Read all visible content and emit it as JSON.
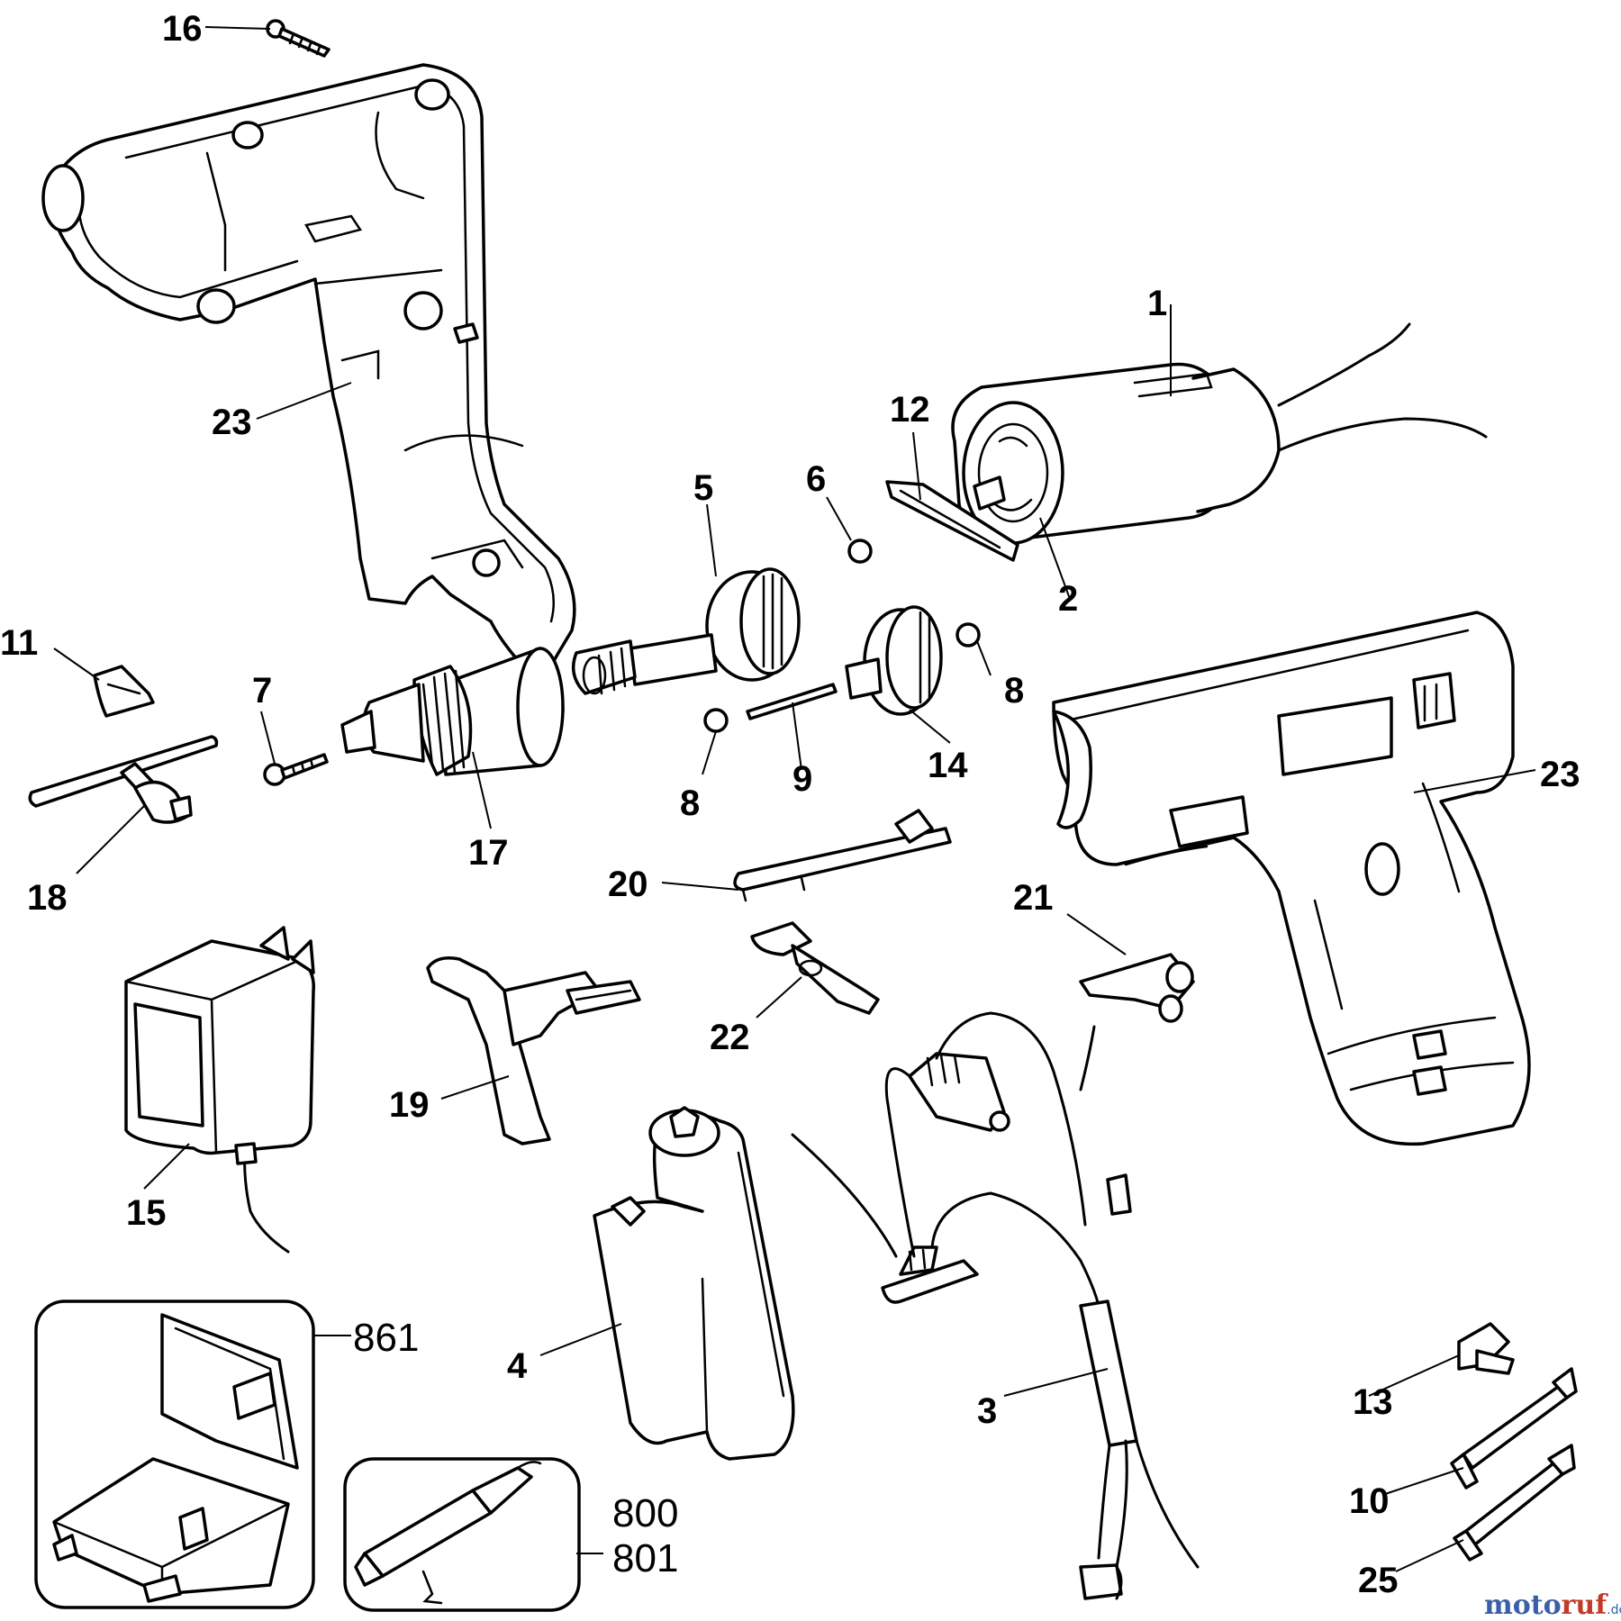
{
  "labels": {
    "p1": "1",
    "p2": "2",
    "p3": "3",
    "p4": "4",
    "p5": "5",
    "p6": "6",
    "p7": "7",
    "p8a": "8",
    "p8b": "8",
    "p9": "9",
    "p10": "10",
    "p11": "11",
    "p12": "12",
    "p13": "13",
    "p14": "14",
    "p15": "15",
    "p16": "16",
    "p17": "17",
    "p18": "18",
    "p19": "19",
    "p20": "20",
    "p21": "21",
    "p22": "22",
    "p23a": "23",
    "p23b": "23",
    "p25": "25",
    "p861": "861",
    "p800": "800",
    "p801": "801"
  },
  "watermark": {
    "part1": "moto",
    "part2": "ruf",
    "suffix": ".de"
  }
}
